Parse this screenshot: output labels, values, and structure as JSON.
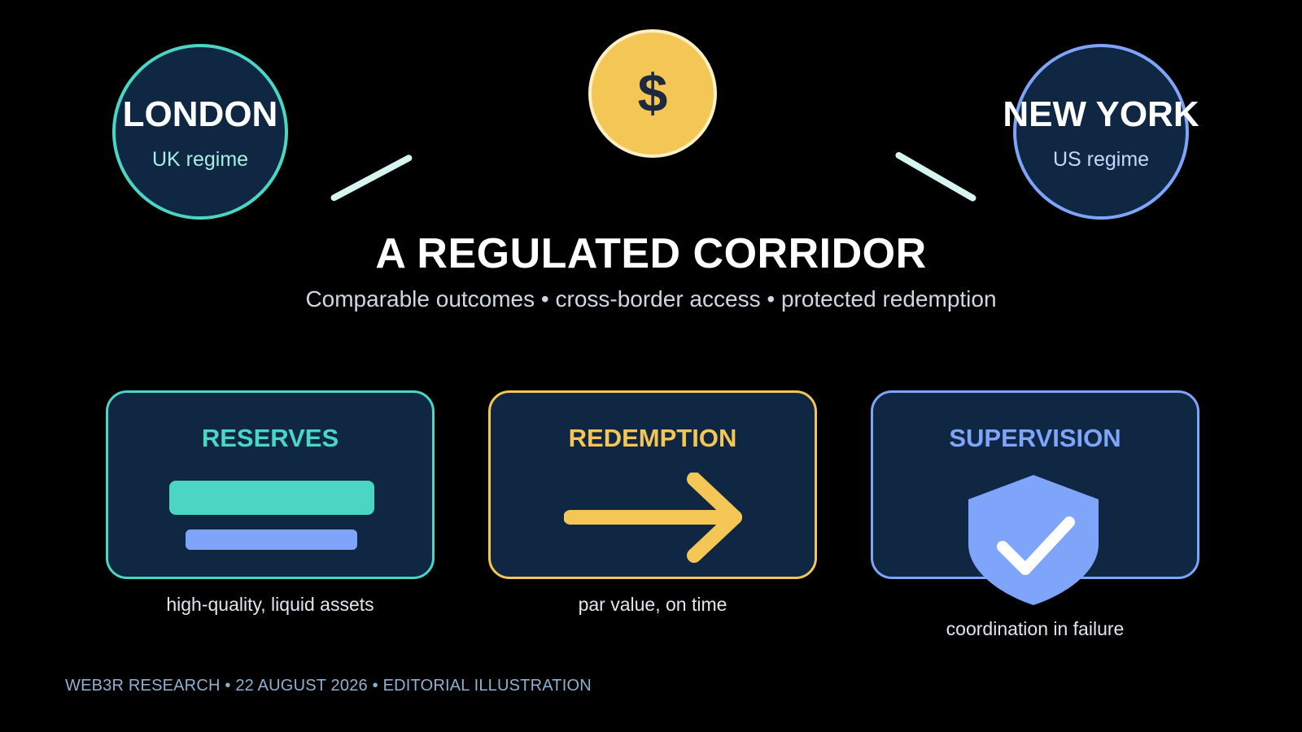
{
  "colors": {
    "background": "#000000",
    "panel": "#0f2742",
    "teal": "#4bd6c4",
    "gold": "#f4c655",
    "blue": "#7fa5fb",
    "link": "#d6f5ee"
  },
  "cities": {
    "left": {
      "name": "LONDON",
      "subtitle": "UK regime"
    },
    "right": {
      "name": "NEW YORK",
      "subtitle": "US regime"
    }
  },
  "coin": {
    "symbol": "$",
    "icon": "dollar-coin-icon"
  },
  "headline": {
    "title": "A REGULATED CORRIDOR",
    "subtitle": "Comparable outcomes • cross-border access • protected redemption"
  },
  "pillars": [
    {
      "title": "RESERVES",
      "caption": "high-quality, liquid assets",
      "icon": "reserve-bars-icon"
    },
    {
      "title": "REDEMPTION",
      "caption": "par value, on time",
      "icon": "arrow-right-icon"
    },
    {
      "title": "SUPERVISION",
      "caption": "coordination in failure",
      "icon": "shield-check-icon"
    }
  ],
  "footer": {
    "text": "WEB3R RESEARCH • 22 AUGUST 2026 • EDITORIAL ILLUSTRATION"
  }
}
